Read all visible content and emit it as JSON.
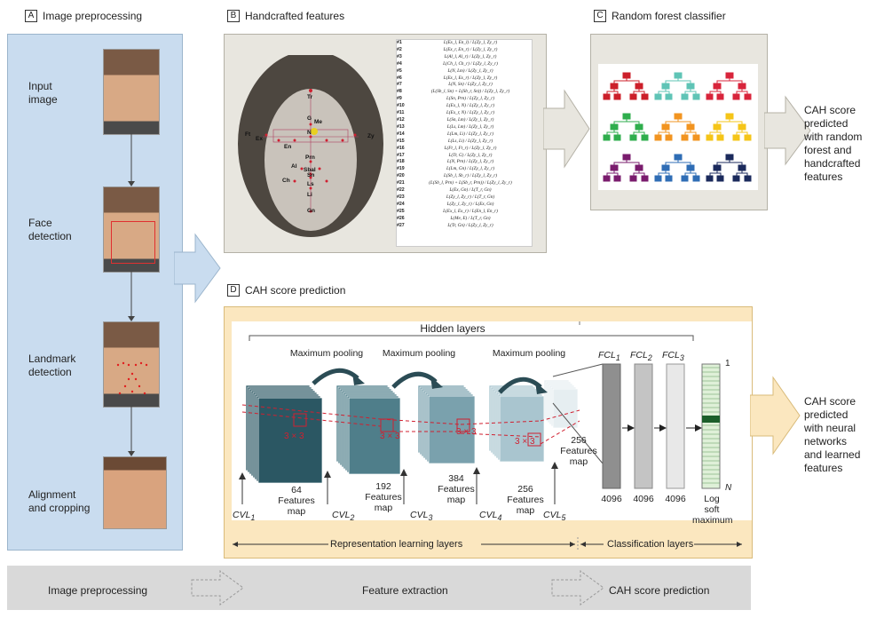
{
  "sections": {
    "a": {
      "letter": "A",
      "title": "Image preprocessing"
    },
    "b": {
      "letter": "B",
      "title": "Handcrafted features"
    },
    "c": {
      "letter": "C",
      "title": "Random forest classifier"
    },
    "d": {
      "letter": "D",
      "title": "CAH score prediction"
    }
  },
  "steps": [
    {
      "line1": "Input",
      "line2": "image"
    },
    {
      "line1": "Face",
      "line2": "detection"
    },
    {
      "line1": "Landmark",
      "line2": "detection"
    },
    {
      "line1": "Alignment",
      "line2": "and cropping"
    }
  ],
  "landmarks": [
    "Tr",
    "G",
    "N",
    "Me",
    "Ex",
    "En",
    "Ft",
    "Zy",
    "Prn",
    "Al",
    "Sbal",
    "Sn",
    "Ch",
    "Ls",
    "Li",
    "Gn"
  ],
  "features": [
    {
      "n": "#1",
      "f": "L(Ex_l, En_l) / L(Zy_l, Zy_r)"
    },
    {
      "n": "#2",
      "f": "L(Ex_r, En_r) / L(Zy_l, Zy_r)"
    },
    {
      "n": "#3",
      "f": "L(Al_l, Al_r) / L(Zy_l, Zy_r)"
    },
    {
      "n": "#4",
      "f": "L(Ch_l, Ch_r) / L(Zy_l, Zy_r)"
    },
    {
      "n": "#5",
      "f": "L(N, Lm) / L(Zy_l, Zy_r)"
    },
    {
      "n": "#6",
      "f": "L(Ex_l, Ex_r) / L(Zy_l, Zy_r)"
    },
    {
      "n": "#7",
      "f": "L(N, Sn) / L(Zy_l, Zy_r)"
    },
    {
      "n": "#8",
      "f": "(L(Sb_l, Sn) + L(Sb_r, Sn)) / L(Zy_l, Zy_r)"
    },
    {
      "n": "#9",
      "f": "L(Sn, Prn) / L(Zy_l, Zy_r)"
    },
    {
      "n": "#10",
      "f": "L(Ex_l, N) / L(Zy_l, Zy_r)"
    },
    {
      "n": "#11",
      "f": "L(Ex_r, N) / L(Zy_l, Zy_r)"
    },
    {
      "n": "#12",
      "f": "L(Sn, Lm) / L(Zy_l, Zy_r)"
    },
    {
      "n": "#13",
      "f": "L(Ls, Lm) / L(Zy_l, Zy_r)"
    },
    {
      "n": "#14",
      "f": "L(Lm, Li) / L(Zy_l, Zy_r)"
    },
    {
      "n": "#15",
      "f": "L(Ls, Li) / L(Zy_l, Zy_r)"
    },
    {
      "n": "#16",
      "f": "L(Ft_l, Ft_r) / L(Zy_l, Zy_r)"
    },
    {
      "n": "#17",
      "f": "L(Tr, G) / L(Zy_l, Zy_r)"
    },
    {
      "n": "#18",
      "f": "L(N, Prn) / L(Zy_l, Zy_r)"
    },
    {
      "n": "#19",
      "f": "L(Lm, Gn) / L(Zy_l, Zy_r)"
    },
    {
      "n": "#20",
      "f": "L(Sb_l, Sb_r) / L(Zy_l, Zy_r)"
    },
    {
      "n": "#21",
      "f": "(L(Sb_l, Prn) + L(Sb_r, Prn)) / L(Zy_l, Zy_r)"
    },
    {
      "n": "#22",
      "f": "L(Ex, Gn) / L(T_r, Gn)"
    },
    {
      "n": "#23",
      "f": "L(Zy_l, Zy_r) / L(T_r, Gn)"
    },
    {
      "n": "#24",
      "f": "L(Zy_l, Zy_r) / L(Ex, Gn)"
    },
    {
      "n": "#25",
      "f": "L(Ex_l, Ex_r) / L(En_l, En_r)"
    },
    {
      "n": "#26",
      "f": "L(Me, E) / L(T_r, Gn)"
    },
    {
      "n": "#27",
      "f": "L(Tr, Gn) / L(Zy_l, Zy_r)"
    }
  ],
  "outputs": {
    "rf": [
      "CAH score",
      "predicted",
      "with random",
      "forest and",
      "handcrafted",
      "features"
    ],
    "nn": [
      "CAH score",
      "predicted",
      "with neural",
      "networks",
      "and learned",
      "features"
    ]
  },
  "cnn": {
    "hidden_layers": "Hidden layers",
    "pooling": [
      "Maximum pooling",
      "Maximum pooling",
      "Maximum pooling"
    ],
    "kernel": "3 × 3",
    "maps": [
      {
        "count": "64",
        "l1": "Features",
        "l2": "map"
      },
      {
        "count": "192",
        "l1": "Features",
        "l2": "map"
      },
      {
        "count": "384",
        "l1": "Features",
        "l2": "map"
      },
      {
        "count": "256",
        "l1": "Features",
        "l2": "map"
      },
      {
        "count": "256",
        "l1": "Features",
        "l2": "map"
      }
    ],
    "cvl": [
      "CVL",
      "CVL",
      "CVL",
      "CVL",
      "CVL"
    ],
    "cvl_sub": [
      "1",
      "2",
      "3",
      "4",
      "5"
    ],
    "fcl": [
      "FCL",
      "FCL",
      "FCL"
    ],
    "fcl_sub": [
      "1",
      "2",
      "3"
    ],
    "fc_units": [
      "4096",
      "4096",
      "4096"
    ],
    "softmax": [
      "Log",
      "soft",
      "maximum"
    ],
    "out_top": "1",
    "out_bottom": "N",
    "rep_label": "Representation learning layers",
    "cls_label": "Classification layers"
  },
  "bottom": {
    "stage1": "Image preprocessing",
    "stage2": "Feature extraction",
    "stage3": "CAH score prediction"
  },
  "colors": {
    "panel_a": "#c9dcef",
    "panel_bc": "#e8e6df",
    "panel_d": "#fbe7bf",
    "cnn_dark": "#2b5763",
    "cnn_light": "#c7dbe2",
    "tree_colors": [
      "#cc1f2a",
      "#5fc4b6",
      "#d8243b",
      "#2fae4d",
      "#f29420",
      "#f5c518",
      "#7a1c6d",
      "#2f6db5",
      "#1b2a5c"
    ]
  }
}
